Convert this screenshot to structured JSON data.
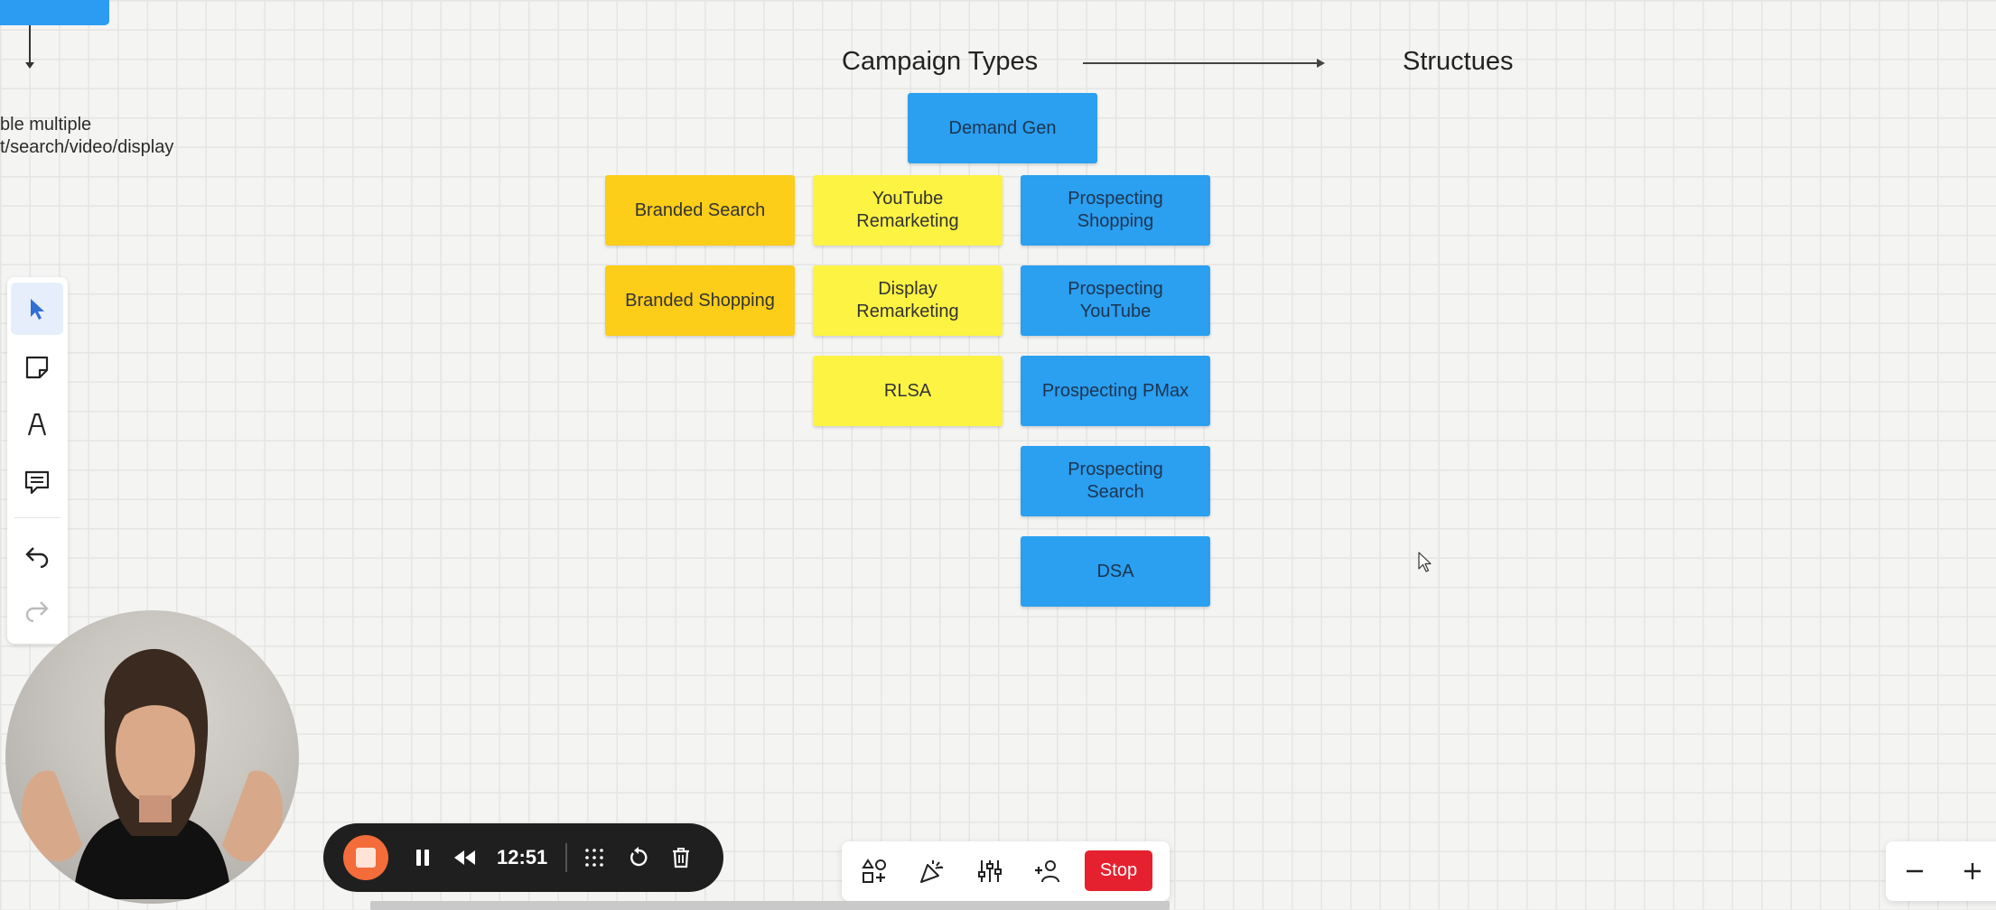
{
  "board": {
    "left_text_line1": "ble multiple",
    "left_text_line2": "t/search/video/display",
    "heading_left": "Campaign Types",
    "heading_right": "Structues"
  },
  "stickies": {
    "demand_gen": "Demand Gen",
    "branded_search": "Branded Search",
    "branded_shopping": "Branded Shopping",
    "youtube_remarketing": "YouTube\nRemarketing",
    "display_remarketing": "Display\nRemarketing",
    "rlsa": "RLSA",
    "prospecting_shopping": "Prospecting\nShopping",
    "prospecting_youtube": "Prospecting\nYouTube",
    "prospecting_pmax": "Prospecting PMax",
    "prospecting_search": "Prospecting\nSearch",
    "dsa": "DSA"
  },
  "colors": {
    "blue_sticky": "#2b9ff0",
    "orange_sticky": "#fccd19",
    "yellow_sticky": "#fcf343",
    "stop_button": "#e6212f",
    "record_button": "#f36c3a"
  },
  "left_toolbar": {
    "icons": [
      "cursor-icon",
      "sticky-note-icon",
      "pen-icon",
      "comment-icon",
      "undo-icon",
      "redo-icon"
    ]
  },
  "recorder": {
    "time": "12:51",
    "icons": [
      "record-stop-icon",
      "pause-icon",
      "rewind-icon",
      "grid-icon",
      "restart-icon",
      "trash-icon"
    ]
  },
  "bottom_toolbar": {
    "icons": [
      "shapes-add-icon",
      "celebrate-icon",
      "sliders-icon",
      "add-person-icon"
    ],
    "stop_label": "Stop"
  },
  "zoom": {
    "out_label": "−",
    "in_label": "+"
  }
}
